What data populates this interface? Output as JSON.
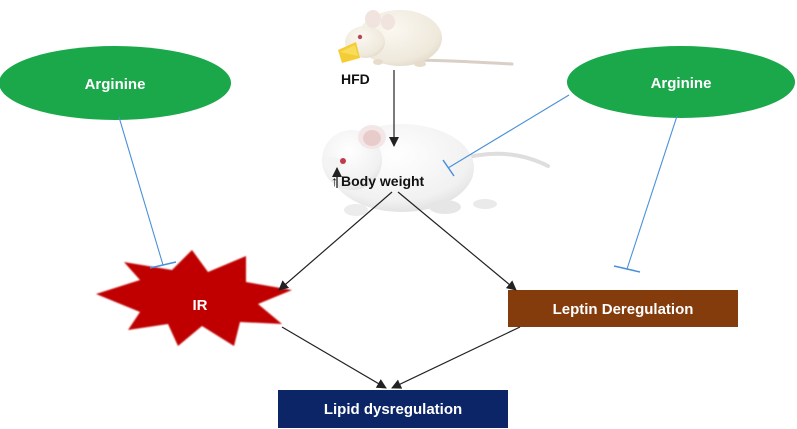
{
  "nodes": {
    "arginine_left": {
      "label": "Arginine"
    },
    "arginine_right": {
      "label": "Arginine"
    },
    "hfd": {
      "label": "HFD"
    },
    "body_weight": {
      "label": "Body weight",
      "prefix_glyph": "↑"
    },
    "ir": {
      "label": "IR"
    },
    "leptin": {
      "label": "Leptin Deregulation"
    },
    "lipid": {
      "label": "Lipid dysregulation"
    }
  },
  "icons": [
    "rat-eating-cheese-icon",
    "white-rat-icon"
  ],
  "colors": {
    "arginine_fill": "#1aa84a",
    "ir_fill": "#c00000",
    "leptin_fill": "#843c0c",
    "lipid_fill": "#0b2566",
    "inhibition_line": "#4a90d9",
    "arrow": "#222222",
    "label_text": "#ffffff"
  },
  "edges": [
    {
      "from": "hfd",
      "to": "body_weight",
      "type": "activation"
    },
    {
      "from": "body_weight",
      "to": "ir",
      "type": "activation"
    },
    {
      "from": "body_weight",
      "to": "leptin",
      "type": "activation"
    },
    {
      "from": "ir",
      "to": "lipid",
      "type": "activation"
    },
    {
      "from": "leptin",
      "to": "lipid",
      "type": "activation"
    },
    {
      "from": "arginine_left",
      "to": "ir",
      "type": "inhibition"
    },
    {
      "from": "arginine_right",
      "to": "body_weight",
      "type": "inhibition"
    },
    {
      "from": "arginine_right",
      "to": "leptin",
      "type": "inhibition"
    }
  ]
}
